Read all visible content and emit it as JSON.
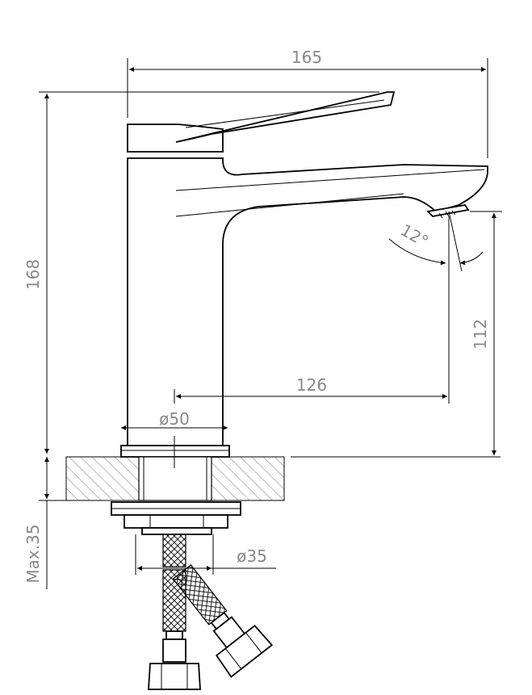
{
  "dimensions": {
    "width_label": "165",
    "height_label": "168",
    "spout_height_label": "112",
    "spout_reach_label": "126",
    "body_diameter_label": "ø50",
    "hole_diameter_label": "ø35",
    "max_thickness_label": "Max.35",
    "aerator_angle_label": "12°"
  },
  "colors": {
    "line": "#000000",
    "dimension_text": "#888888",
    "hatch": "#555555"
  }
}
